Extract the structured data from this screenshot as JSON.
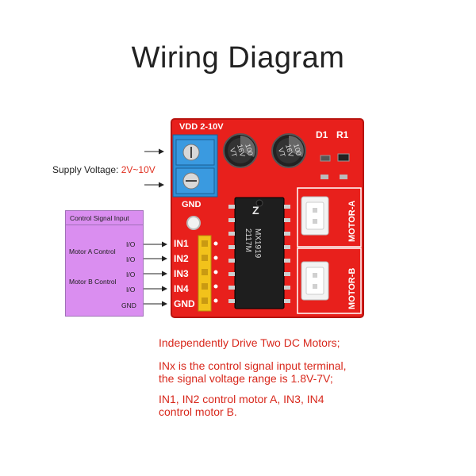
{
  "title": "Wiring Diagram",
  "supply": {
    "label": "Supply Voltage: ",
    "value": "2V~10V"
  },
  "control_box": {
    "title": "Control Signal Input",
    "motor_a": "Motor A Control",
    "motor_b": "Motor B Control",
    "io_label": "I/O",
    "gnd_label": "GND"
  },
  "board": {
    "vdd": "VDD 2-10V",
    "gnd": "GND",
    "d1": "D1",
    "r1": "R1",
    "cap_text": [
      "100",
      "16V",
      "VT"
    ],
    "chip_text": [
      "MX1919",
      "2117M"
    ],
    "pins": [
      "IN1",
      "IN2",
      "IN3",
      "IN4",
      "GND"
    ],
    "motor_a": "MOTOR-A",
    "motor_b": "MOTOR-B"
  },
  "notes": [
    "Independently Drive Two DC Motors;",
    "INx is the control signal input terminal,",
    "the signal voltage range is 1.8V-7V;",
    "IN1, IN2 control motor A, IN3, IN4",
    "control motor B."
  ],
  "colors": {
    "board_red": "#e8201c",
    "control_box": "#da8ef0",
    "note_text": "#d8281c",
    "terminal_blue": "#2e8fd6",
    "pin_header": "#f2c21b"
  }
}
